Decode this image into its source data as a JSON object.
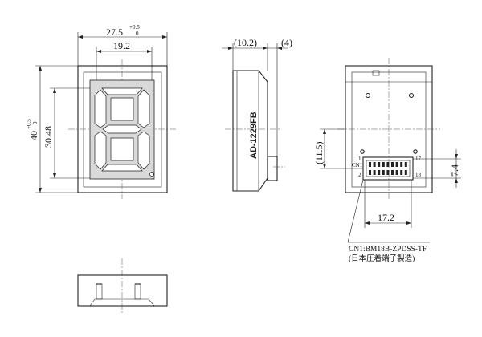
{
  "front_view": {
    "width_dim": "27.5",
    "width_tol_upper": "+0.5",
    "width_tol_lower": "0",
    "inner_width_dim": "19.2",
    "height_dim": "40",
    "height_tol_upper": "+0.5",
    "height_tol_lower": "0",
    "inner_height_dim": "30.48"
  },
  "side_view": {
    "depth_dim": "(10.2)",
    "tab_dim": "(4)",
    "part_number": "AD-1229FB"
  },
  "rear_view": {
    "connector_height_dim": "(11.5)",
    "pitch_dim": "7.4",
    "connector_width_dim": "17.2",
    "connector_label": "CN1",
    "pin_1": "1",
    "pin_2": "2",
    "pin_17": "17",
    "pin_18": "18",
    "connector_part": "CN1:BM18B-ZPDSS-TF",
    "maker_note": "(日本圧着端子製造)"
  }
}
